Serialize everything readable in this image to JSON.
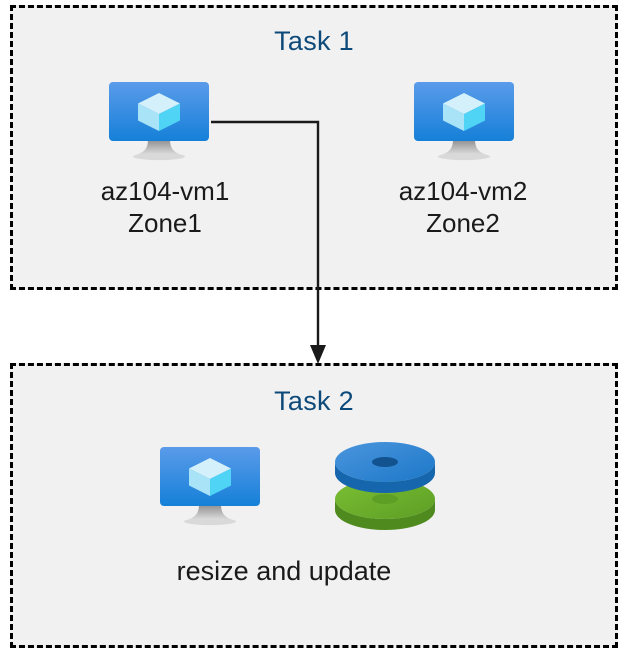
{
  "diagram": {
    "title": "Azure VM tasks diagram",
    "background_color": "#ffffff",
    "box_fill_color": "#f1f1f1",
    "box_border_color": "#000000",
    "accent_color": "#0d4a7a",
    "connector_color": "#1a1a1a"
  },
  "task1": {
    "title": "Task 1",
    "nodes": [
      {
        "icon": "virtual-machine-icon",
        "label_line1": "az104-vm1",
        "label_line2": "Zone1",
        "label": "az104-vm1\nZone1"
      },
      {
        "icon": "virtual-machine-icon",
        "label_line1": "az104-vm2",
        "label_line2": "Zone2",
        "label": "az104-vm2\nZone2"
      }
    ]
  },
  "task2": {
    "title": "Task 2",
    "caption": "resize and update",
    "icons": [
      {
        "name": "virtual-machine-icon"
      },
      {
        "name": "disks-icon",
        "colors": [
          "#1e7fd4",
          "#6cb22e"
        ]
      }
    ]
  },
  "connector": {
    "name": "task1-to-task2-arrow",
    "from": "az104-vm1",
    "to": "Task 2"
  }
}
